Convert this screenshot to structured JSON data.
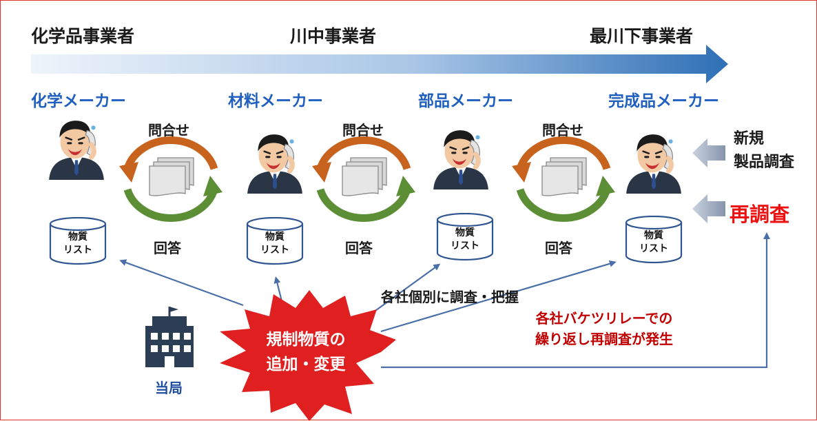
{
  "tiers": [
    "化学品事業者",
    "川中事業者",
    "最川下事業者"
  ],
  "makers": [
    "化学メーカー",
    "材料メーカー",
    "部品メーカー",
    "完成品メーカー"
  ],
  "inquiry_label": "問合せ",
  "answer_label": "回答",
  "substance_list": [
    "物質",
    "リスト"
  ],
  "new_survey": [
    "新規",
    "製品調査"
  ],
  "resurvey": "再調査",
  "individual_survey": "各社個別に調査・把握",
  "bucket_relay": [
    "各社バケツリレーでの",
    "繰り返し再調査が発生"
  ],
  "authority": "当局",
  "regulation_change": [
    "規制物質の",
    "追加・変更"
  ],
  "colors": {
    "arrow_blue": "#2e6fb5",
    "maker_blue": "#1f5fbf",
    "cycle_orange": "#c8631e",
    "cycle_green": "#5c8f35",
    "burst_red": "#e02020",
    "emphasis_red": "#ee1111",
    "building_navy": "#2c3e56",
    "connector_blue": "#4a6fa8"
  },
  "icons": [
    "businessman-phone-icon",
    "document-stack-icon",
    "database-cylinder-icon",
    "office-building-icon",
    "burst-icon"
  ]
}
